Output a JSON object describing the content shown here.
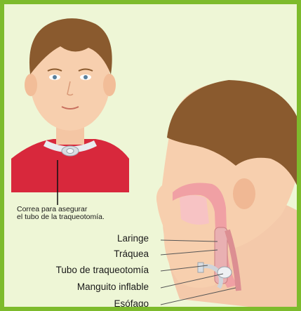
{
  "frame_color": "#7dbb2c",
  "background_color": "#eef6d6",
  "caption": {
    "line1": "Correa para asegurar",
    "line2": "el tubo de la traqueotomía."
  },
  "labels": {
    "laringe": "Laringe",
    "traquea": "Tráquea",
    "tubo": "Tubo de traqueotomía",
    "manguito": "Manguito inflable",
    "esofago": "Esófago"
  }
}
